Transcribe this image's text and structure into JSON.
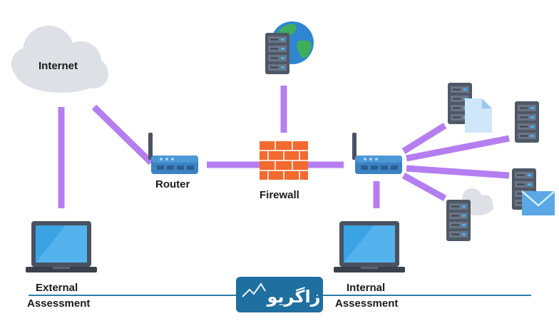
{
  "labels": {
    "internet": "Internet",
    "router": "Router",
    "firewall": "Firewall",
    "external_line1": "External",
    "external_line2": "Assessment",
    "internal_line1": "Internal",
    "internal_line2": "Assessment"
  },
  "logo": {
    "text": "زاگریو"
  },
  "colors": {
    "link": "#b57ef0",
    "divider": "#2a7fa6",
    "logo_bg": "#1f6fa0",
    "router_body": "#3b82c4",
    "firewall": "#f26a2e",
    "server": "#5b6575",
    "screen": "#3aa3e3",
    "cloud": "#dde0e5"
  }
}
